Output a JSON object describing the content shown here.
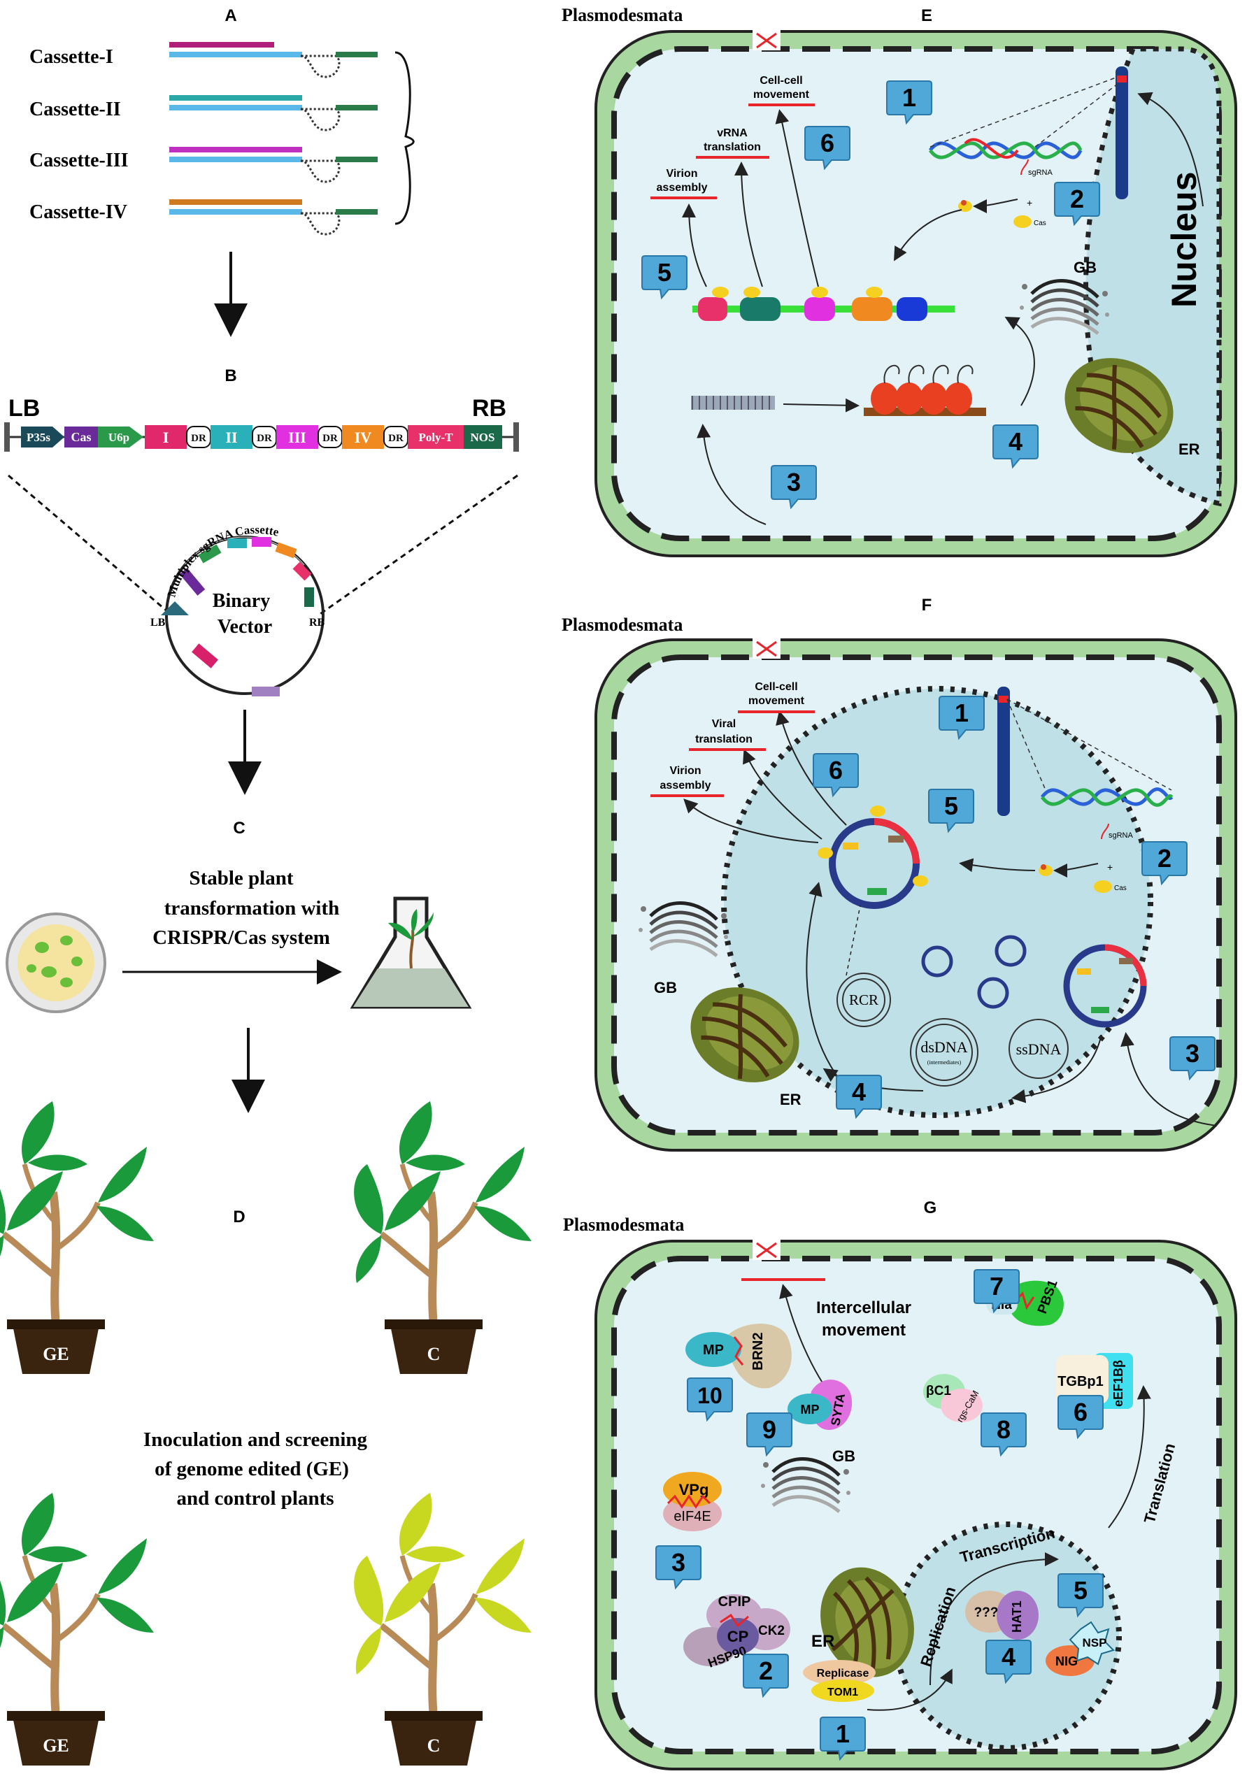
{
  "panels": {
    "A": {
      "letter": "A",
      "cassettes": [
        "Cassette-I",
        "Cassette-II",
        "Cassette-III",
        "Cassette-IV"
      ]
    },
    "B": {
      "letter": "B",
      "lb": "LB",
      "rb": "RB",
      "segments": [
        "P35s",
        "Cas",
        "U6p",
        "I",
        "DR",
        "II",
        "DR",
        "III",
        "DR",
        "IV",
        "DR",
        "Poly-T",
        "NOS"
      ],
      "plasmid_arc_label": "Multiplex sgRNA Cassette",
      "plasmid_center": [
        "Binary",
        "Vector"
      ],
      "plasmid_lb": "LB",
      "plasmid_rb": "RB"
    },
    "C": {
      "letter": "C",
      "text": [
        "Stable plant",
        "transformation with",
        "CRISPR/Cas system"
      ]
    },
    "D": {
      "letter": "D",
      "ge": "GE",
      "c": "C",
      "text": [
        "Inoculation and screening",
        "of genome edited (GE)",
        "and control plants"
      ]
    },
    "E": {
      "letter": "E",
      "plasmodesmata": "Plasmodesmata",
      "nucleus": "Nucleus",
      "gb": "GB",
      "er": "ER",
      "cell_cell": [
        "Cell-cell",
        "movement"
      ],
      "vrna": [
        "vRNA",
        "translation"
      ],
      "virion": [
        "Virion",
        "assembly"
      ],
      "sgrna": "sgRNA",
      "cas": "Cas",
      "plus": "+",
      "steps": [
        "1",
        "2",
        "3",
        "4",
        "5",
        "6"
      ]
    },
    "F": {
      "letter": "F",
      "plasmodesmata": "Plasmodesmata",
      "gb": "GB",
      "er": "ER",
      "cell_cell": [
        "Cell-cell",
        "movement"
      ],
      "viral": [
        "Viral",
        "translation"
      ],
      "virion": [
        "Virion",
        "assembly"
      ],
      "sgrna": "sgRNA",
      "cas": "Cas",
      "plus": "+",
      "rcr": "RCR",
      "dsdna": "dsDNA",
      "intermediates": "(intermediates)",
      "ssdna": "ssDNA",
      "steps": [
        "1",
        "2",
        "3",
        "4",
        "5",
        "6"
      ]
    },
    "G": {
      "letter": "G",
      "plasmodesmata": "Plasmodesmata",
      "gb": "GB",
      "er": "ER",
      "intercellular": [
        "Intercellular",
        "movement"
      ],
      "transcription": "Transcription",
      "replication": "Replication",
      "translation": "Translation",
      "proteins": {
        "nla": "NIa",
        "pbs1": "PBS1",
        "mp": "MP",
        "brn2": "BRN2",
        "syta": "SYTA",
        "bc1": "βC1",
        "rgscam": "rgs-CaM",
        "tgbp1": "TGBp1",
        "eef1bb": "eEF1Bβ",
        "vpg": "VPg",
        "eif4e": "eIF4E",
        "cpip": "CPIP",
        "cp": "CP",
        "ck2": "CK2",
        "hsp90": "HSP90",
        "unknown": "???",
        "hat1": "HAT1",
        "nsp": "NSP",
        "nig": "NIG",
        "replicase": "Replicase",
        "tom1": "TOM1"
      },
      "steps": [
        "1",
        "2",
        "3",
        "4",
        "5",
        "6",
        "7",
        "8",
        "9",
        "10"
      ]
    }
  },
  "colors": {
    "cell_wall": "#a8d8a0",
    "cytoplasm": "#e3f2f6",
    "nucleus": "#bfe0e6",
    "badge": "#4fa8d8",
    "red_line": "#e8252a",
    "leaf": "#1a9a3a",
    "stem": "#b78a58",
    "pot": "#3a2410"
  }
}
